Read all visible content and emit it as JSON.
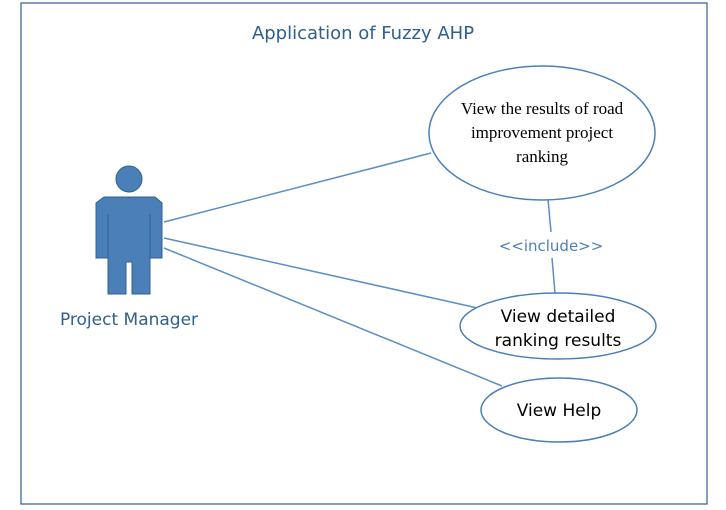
{
  "diagram": {
    "title": "Application of Fuzzy AHP",
    "actor": {
      "label": "Project Manager"
    },
    "use_cases": {
      "ranking": {
        "lines": [
          "View the results of road",
          "improvement project",
          "ranking"
        ]
      },
      "detailed": {
        "lines": [
          "View detailed",
          "ranking results"
        ]
      },
      "help": {
        "lines": [
          "View Help"
        ]
      }
    },
    "include_label": "<<include>>"
  },
  "colors": {
    "frame": "#2e5f8f",
    "title": "#2e5f8f",
    "actor_fill": "#4a7fb8",
    "actor_stroke": "#2f5f8f",
    "connector": "#5b8ec6",
    "ellipse_fill": "#ffffff",
    "ellipse_stroke": "#4a7fb8",
    "text": "#000000",
    "include_text": "#4a7fb8"
  }
}
